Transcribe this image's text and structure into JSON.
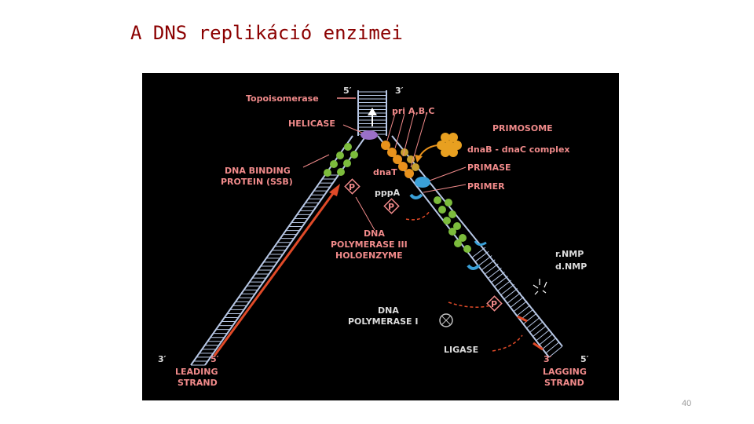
{
  "slide": {
    "title": "A DNS replikáció enzimei",
    "page_number": "40"
  },
  "diagram": {
    "labels": {
      "topoisomerase": "Topoisomerase",
      "five_prime_top": "5′",
      "three_prime_top": "3′",
      "pri_abc": "pri A,B,C",
      "helicase": "HELICASE",
      "primosome": "PRIMOSOME",
      "dnab_dnac": "dnaB - dnaC complex",
      "ssb_line1": "DNA BINDING",
      "ssb_line2": "PROTEIN (SSB)",
      "dnat": "dnaT",
      "primase": "PRIMASE",
      "primer": "PRIMER",
      "pppa": "pppA",
      "p": "P",
      "pol3_line1": "DNA",
      "pol3_line2": "POLYMERASE III",
      "pol3_line3": "HOLOENZYME",
      "rnmp": "r.NMP",
      "dnmp": "d.NMP",
      "pol1_line1": "DNA",
      "pol1_line2": "POLYMERASE I",
      "ligase": "LIGASE",
      "three_prime_left": "3′",
      "five_prime_left": "5′",
      "leading_line1": "LEADING",
      "leading_line2": "STRAND",
      "three_prime_right": "3′",
      "five_prime_right": "5′",
      "lagging_line1": "LAGGING",
      "lagging_line2": "STRAND"
    },
    "colors": {
      "strand": "#b8c8e6",
      "label_orange": "#f08a8a",
      "ssb_green": "#7cbc3c",
      "primer_blue": "#3aa0d8",
      "helicase_purple": "#9a70c8",
      "arrow_red": "#e04a28",
      "primosome_orange": "#e8921c"
    }
  }
}
